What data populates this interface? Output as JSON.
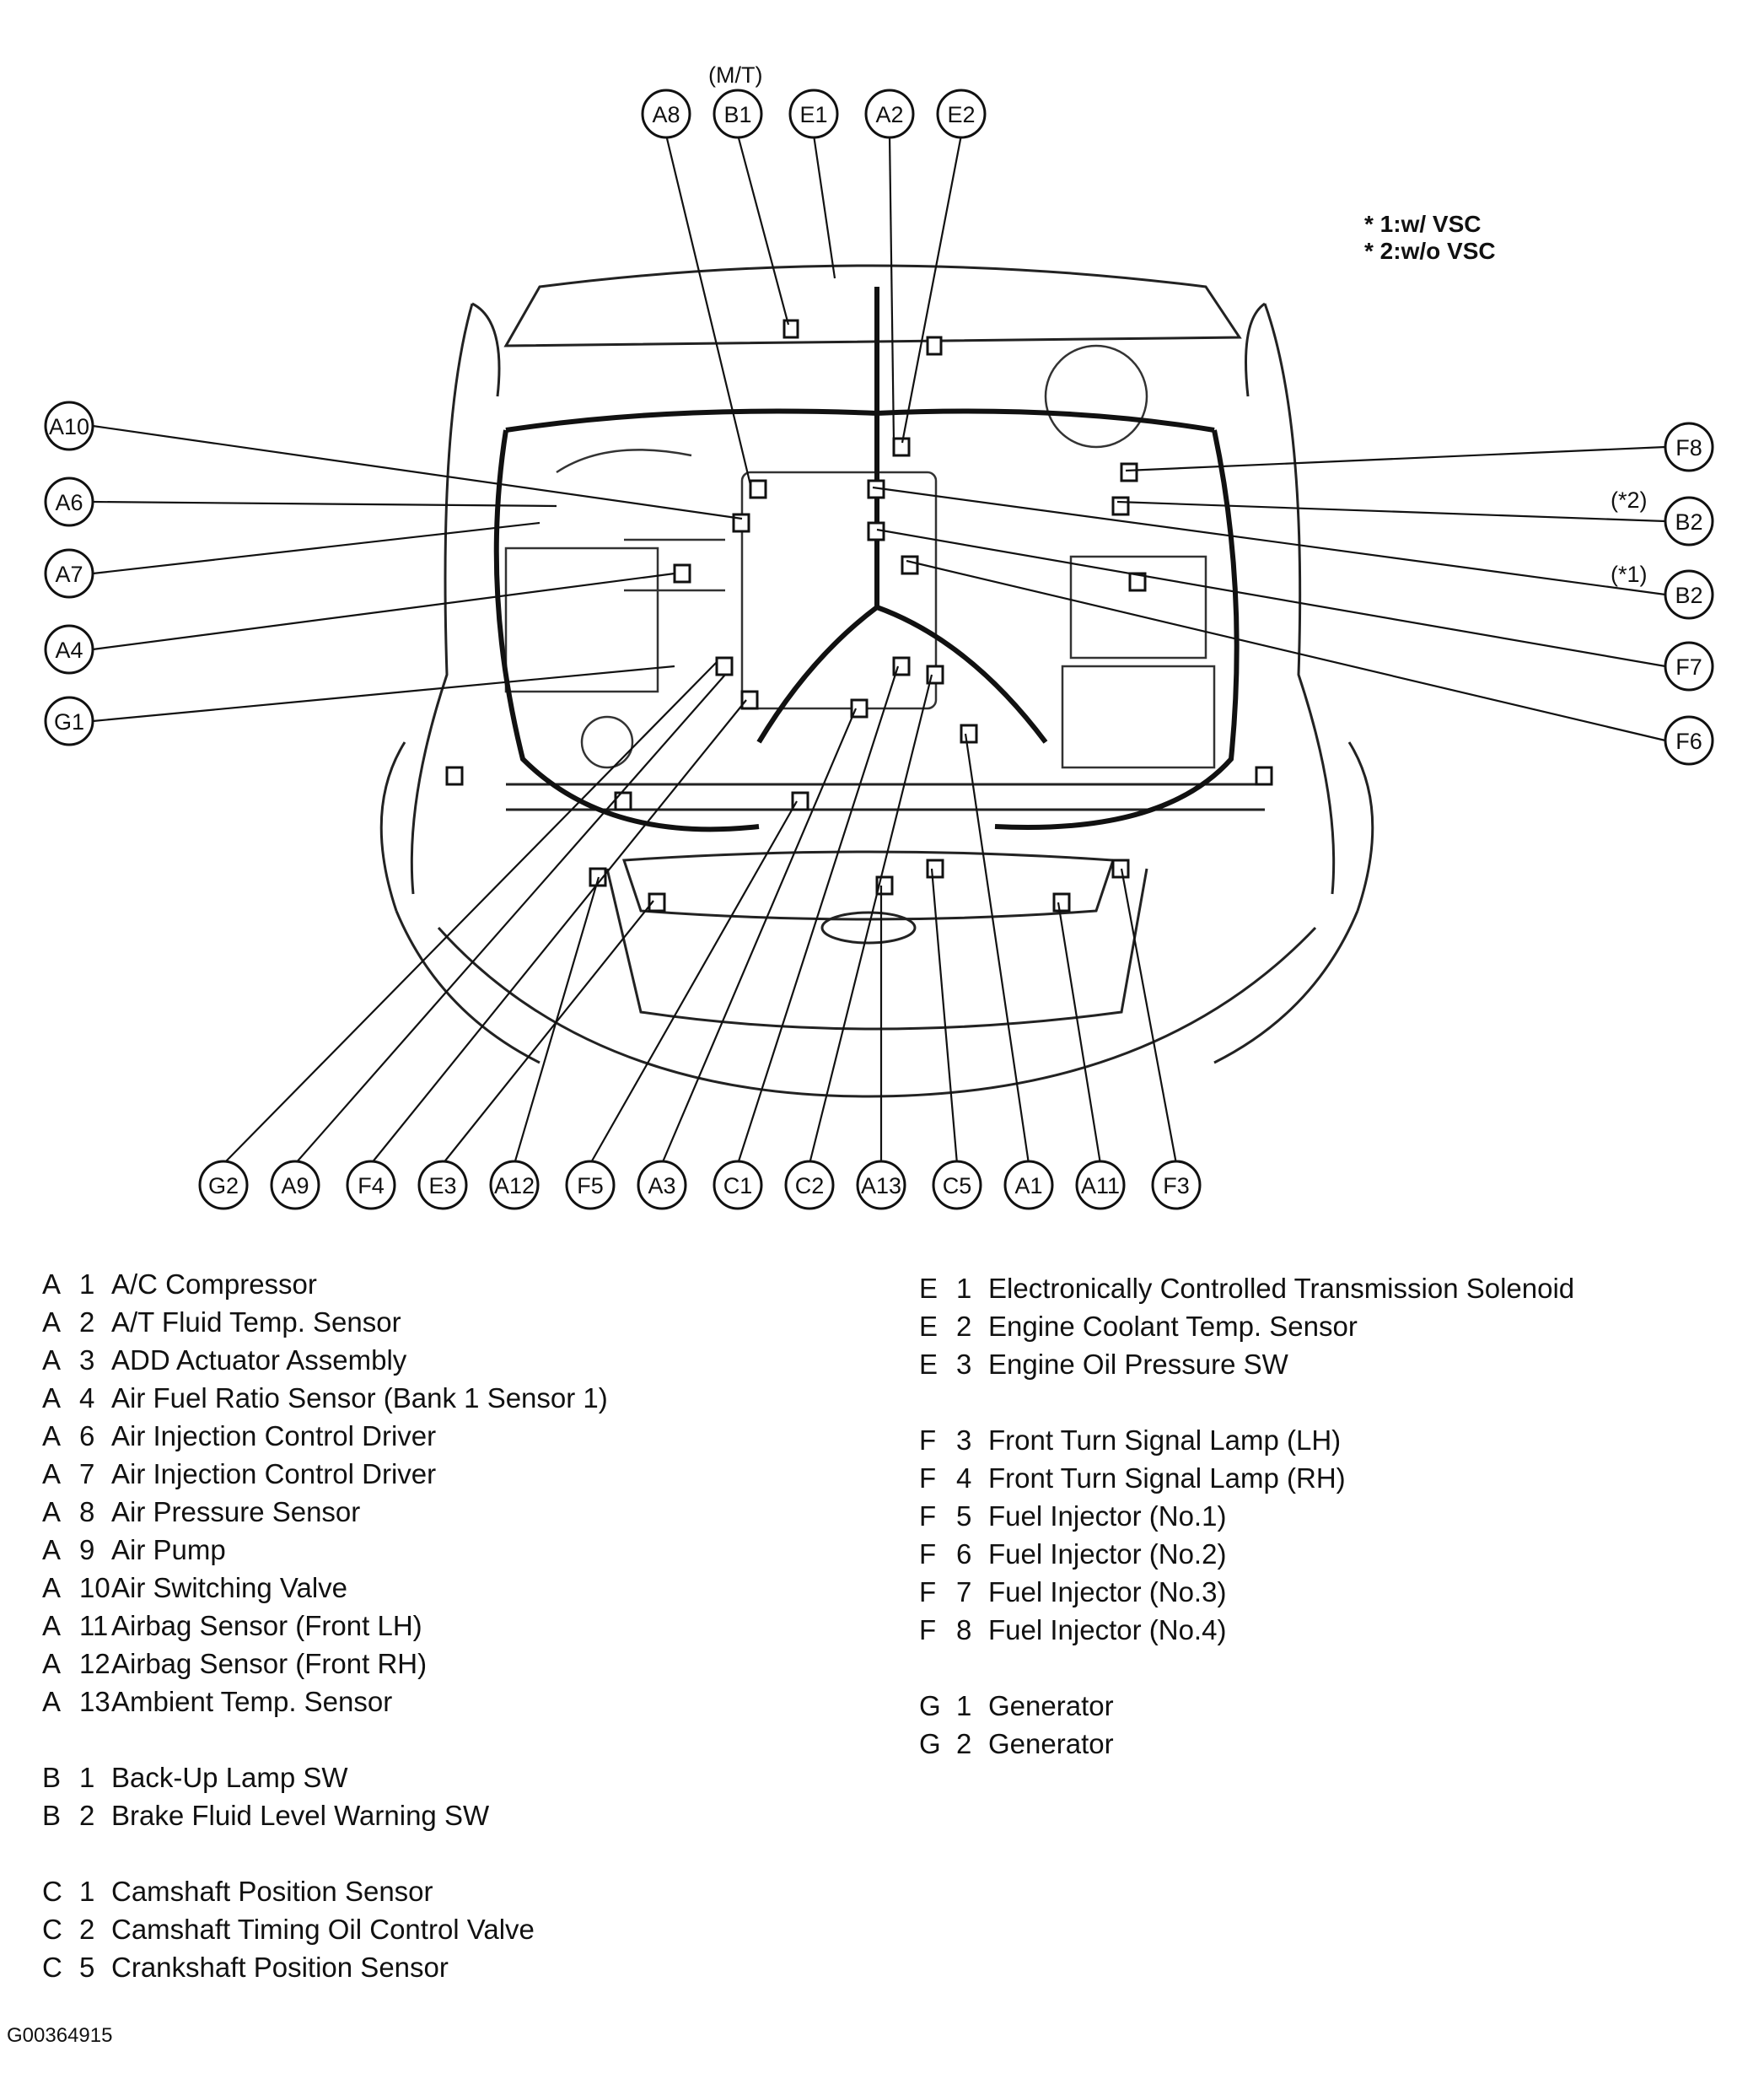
{
  "notes": [
    "* 1:w/ VSC",
    "* 2:w/o VSC"
  ],
  "top_qualifier": "(M/T)",
  "side_qualifiers": {
    "b2_upper": "(*2)",
    "b2_lower": "(*1)"
  },
  "callouts": {
    "top": [
      "A8",
      "B1",
      "E1",
      "A2",
      "E2"
    ],
    "left": [
      "A10",
      "A6",
      "A7",
      "A4",
      "G1"
    ],
    "right": [
      "F8",
      "B2",
      "B2",
      "F7",
      "F6"
    ],
    "bottom": [
      "G2",
      "A9",
      "F4",
      "E3",
      "A12",
      "F5",
      "A3",
      "C1",
      "C2",
      "A13",
      "C5",
      "A1",
      "A11",
      "F3"
    ]
  },
  "legend_left": [
    {
      "letter": "A",
      "num": "1",
      "name": "A/C Compressor"
    },
    {
      "letter": "A",
      "num": "2",
      "name": "A/T Fluid Temp. Sensor"
    },
    {
      "letter": "A",
      "num": "3",
      "name": "ADD Actuator Assembly"
    },
    {
      "letter": "A",
      "num": "4",
      "name": "Air Fuel Ratio Sensor (Bank 1 Sensor 1)"
    },
    {
      "letter": "A",
      "num": "6",
      "name": "Air Injection Control Driver"
    },
    {
      "letter": "A",
      "num": "7",
      "name": "Air Injection Control Driver"
    },
    {
      "letter": "A",
      "num": "8",
      "name": "Air Pressure Sensor"
    },
    {
      "letter": "A",
      "num": "9",
      "name": "Air Pump"
    },
    {
      "letter": "A",
      "num": "10",
      "name": "Air Switching Valve"
    },
    {
      "letter": "A",
      "num": "11",
      "name": "Airbag Sensor (Front LH)"
    },
    {
      "letter": "A",
      "num": "12",
      "name": "Airbag Sensor (Front RH)"
    },
    {
      "letter": "A",
      "num": "13",
      "name": "Ambient Temp. Sensor"
    },
    null,
    {
      "letter": "B",
      "num": "1",
      "name": "Back-Up Lamp SW"
    },
    {
      "letter": "B",
      "num": "2",
      "name": "Brake Fluid Level Warning SW"
    },
    null,
    {
      "letter": "C",
      "num": "1",
      "name": "Camshaft Position Sensor"
    },
    {
      "letter": "C",
      "num": "2",
      "name": "Camshaft Timing Oil Control Valve"
    },
    {
      "letter": "C",
      "num": "5",
      "name": "Crankshaft Position Sensor"
    }
  ],
  "legend_right": [
    {
      "letter": "E",
      "num": "1",
      "name": "Electronically Controlled Transmission Solenoid"
    },
    {
      "letter": "E",
      "num": "2",
      "name": "Engine Coolant Temp. Sensor"
    },
    {
      "letter": "E",
      "num": "3",
      "name": "Engine Oil Pressure SW"
    },
    null,
    {
      "letter": "F",
      "num": "3",
      "name": "Front Turn Signal Lamp (LH)"
    },
    {
      "letter": "F",
      "num": "4",
      "name": "Front Turn Signal Lamp (RH)"
    },
    {
      "letter": "F",
      "num": "5",
      "name": "Fuel Injector (No.1)"
    },
    {
      "letter": "F",
      "num": "6",
      "name": "Fuel Injector (No.2)"
    },
    {
      "letter": "F",
      "num": "7",
      "name": "Fuel Injector (No.3)"
    },
    {
      "letter": "F",
      "num": "8",
      "name": "Fuel Injector (No.4)"
    },
    null,
    {
      "letter": "G",
      "num": "1",
      "name": "Generator"
    },
    {
      "letter": "G",
      "num": "2",
      "name": "Generator"
    }
  ],
  "figure_id": "G00364915"
}
